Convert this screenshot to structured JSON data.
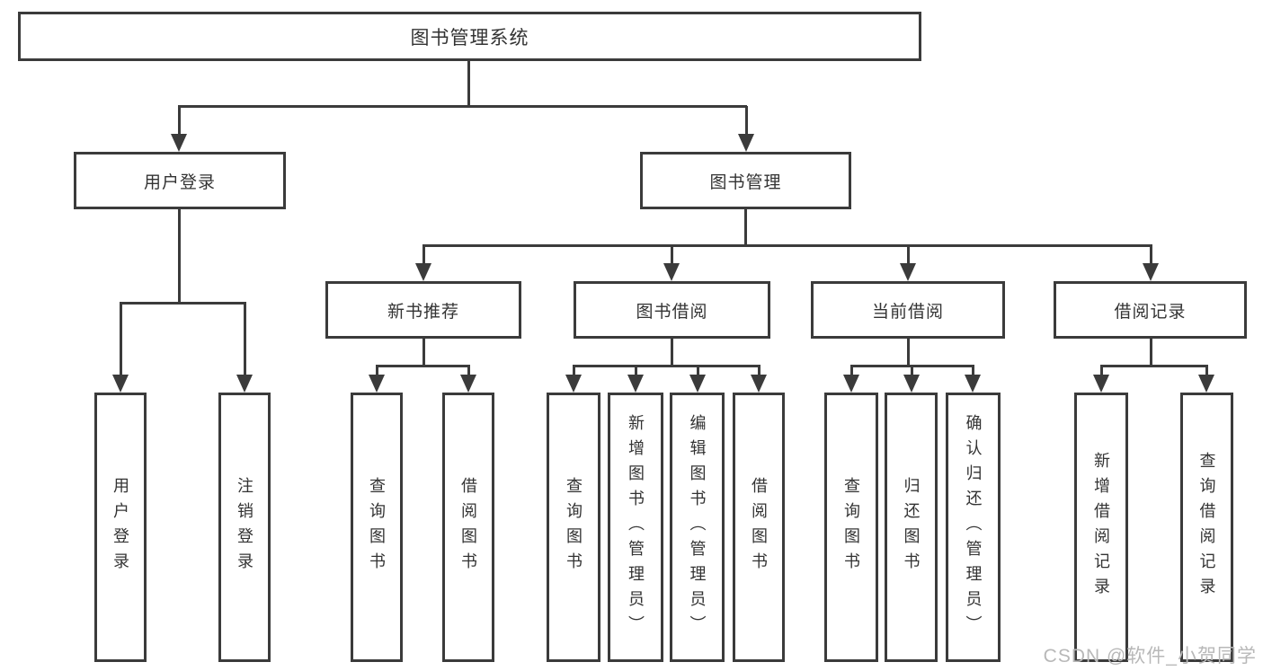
{
  "diagram": {
    "title": "图书管理系统",
    "colors": {
      "line": "#3b3b3b",
      "text": "#333333",
      "background": "#ffffff",
      "watermark": "#b8b8b8"
    },
    "nodes": {
      "root": "图书管理系统",
      "level2": {
        "user_login": "用户登录",
        "book_management": "图书管理"
      },
      "level3": {
        "new_book_recommend": "新书推荐",
        "book_borrow": "图书借阅",
        "current_borrow": "当前借阅",
        "borrow_records": "借阅记录"
      },
      "l4_login": [
        "用户登录",
        "注销登录"
      ],
      "l4_recommend": [
        "查询图书",
        "借阅图书"
      ],
      "l4_borrow": [
        "查询图书",
        "新增图书（管理员）",
        "编辑图书（管理员）",
        "借阅图书"
      ],
      "l4_current": [
        "查询图书",
        "归还图书",
        "确认归还（管理员）"
      ],
      "l4_records": [
        "新增借阅记录",
        "查询借阅记录"
      ]
    }
  },
  "watermark": {
    "text": "CSDN @软件_小贺同学"
  }
}
